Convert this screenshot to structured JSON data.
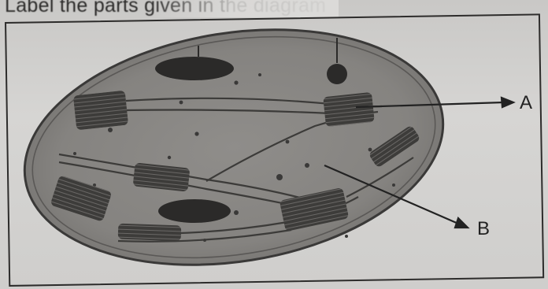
{
  "question": {
    "text": "Label the parts given in the diagram"
  },
  "labels": {
    "a": "A",
    "b": "B"
  },
  "colors": {
    "cytoplasm": "#8a8885",
    "outline": "#3a3938",
    "dark_organelle": "#2b2a29",
    "paper": "#d2d1cf",
    "ink": "#222222"
  }
}
